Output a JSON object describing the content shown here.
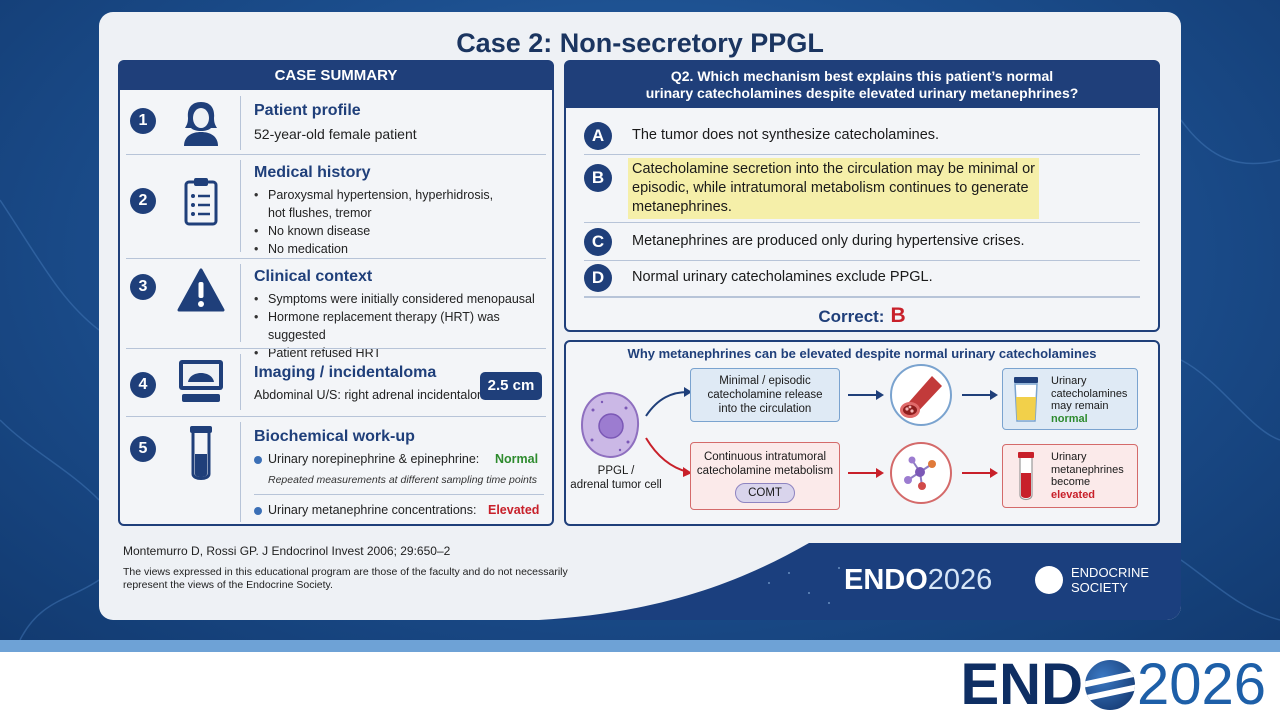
{
  "title": "Case 2: Non-secretory PPGL",
  "case_summary": {
    "heading": "CASE SUMMARY",
    "rows": [
      {
        "num": "1",
        "title": "Patient profile",
        "text": "52-year-old female patient"
      },
      {
        "num": "2",
        "title": "Medical history",
        "bullets": [
          "Paroxysmal hypertension, hyperhidrosis,",
          "hot flushes, tremor",
          "No known disease",
          "No medication"
        ]
      },
      {
        "num": "3",
        "title": "Clinical context",
        "bullets": [
          "Symptoms were initially considered menopausal",
          "Hormone replacement therapy (HRT) was suggested",
          "Patient refused HRT"
        ]
      },
      {
        "num": "4",
        "title": "Imaging / incidentaloma",
        "text": "Abdominal U/S: right adrenal incidentaloma",
        "badge": "2.5 cm"
      },
      {
        "num": "5",
        "title": "Biochemical work-up",
        "item1": "Urinary norepinephrine & epinephrine:",
        "item1_status": "Normal",
        "note": "Repeated measurements at different sampling time points",
        "item2": "Urinary metanephrine concentrations:",
        "item2_status": "Elevated"
      }
    ]
  },
  "question": {
    "line1": "Q2. Which mechanism best explains this patient’s normal",
    "line2": "urinary catecholamines despite elevated urinary metanephrines?",
    "options": [
      {
        "letter": "A",
        "text": "The tumor does not synthesize catecholamines."
      },
      {
        "letter": "B",
        "lines": [
          "Catecholamine secretion into the circulation may be minimal or",
          "episodic, while intratumoral metabolism continues to generate",
          "metanephrines."
        ]
      },
      {
        "letter": "C",
        "text": "Metanephrines are produced only during hypertensive crises."
      },
      {
        "letter": "D",
        "text": "Normal urinary catecholamines exclude PPGL."
      }
    ],
    "correct_label": "Correct:",
    "correct_answer": "B"
  },
  "mechanism": {
    "title": "Why metanephrines can be elevated despite normal urinary catecholamines",
    "cell_label_1": "PPGL /",
    "cell_label_2": "adrenal tumor cell",
    "top_box": [
      "Minimal / episodic",
      "catecholamine release",
      "into the circulation"
    ],
    "top_result": [
      "Urinary",
      "catecholamines",
      "may remain"
    ],
    "top_result_status": "normal",
    "bottom_box": [
      "Continuous intratumoral",
      "catecholamine metabolism"
    ],
    "enzyme": "COMT",
    "bottom_result": [
      "Urinary",
      "metanephrines",
      "become"
    ],
    "bottom_result_status": "elevated"
  },
  "reference": "Montemurro D, Rossi GP. J Endocrinol Invest 2006; 29:650–2",
  "disclaimer_1": "The views expressed in this educational program are those of the faculty and do not necessarily",
  "disclaimer_2": "represent the views of the Endocrine Society.",
  "banner_logo": {
    "endo": "ENDO",
    "year": "2026"
  },
  "society_logo": {
    "line1": "ENDOCRINE",
    "line2": "SOCIETY"
  },
  "footer_logo": {
    "endo": "END",
    "year": "2026"
  },
  "colors": {
    "navy": "#1f3f7a",
    "correct_red": "#c8202a",
    "normal_green": "#2e8b2e",
    "highlight": "#f5efa9"
  }
}
